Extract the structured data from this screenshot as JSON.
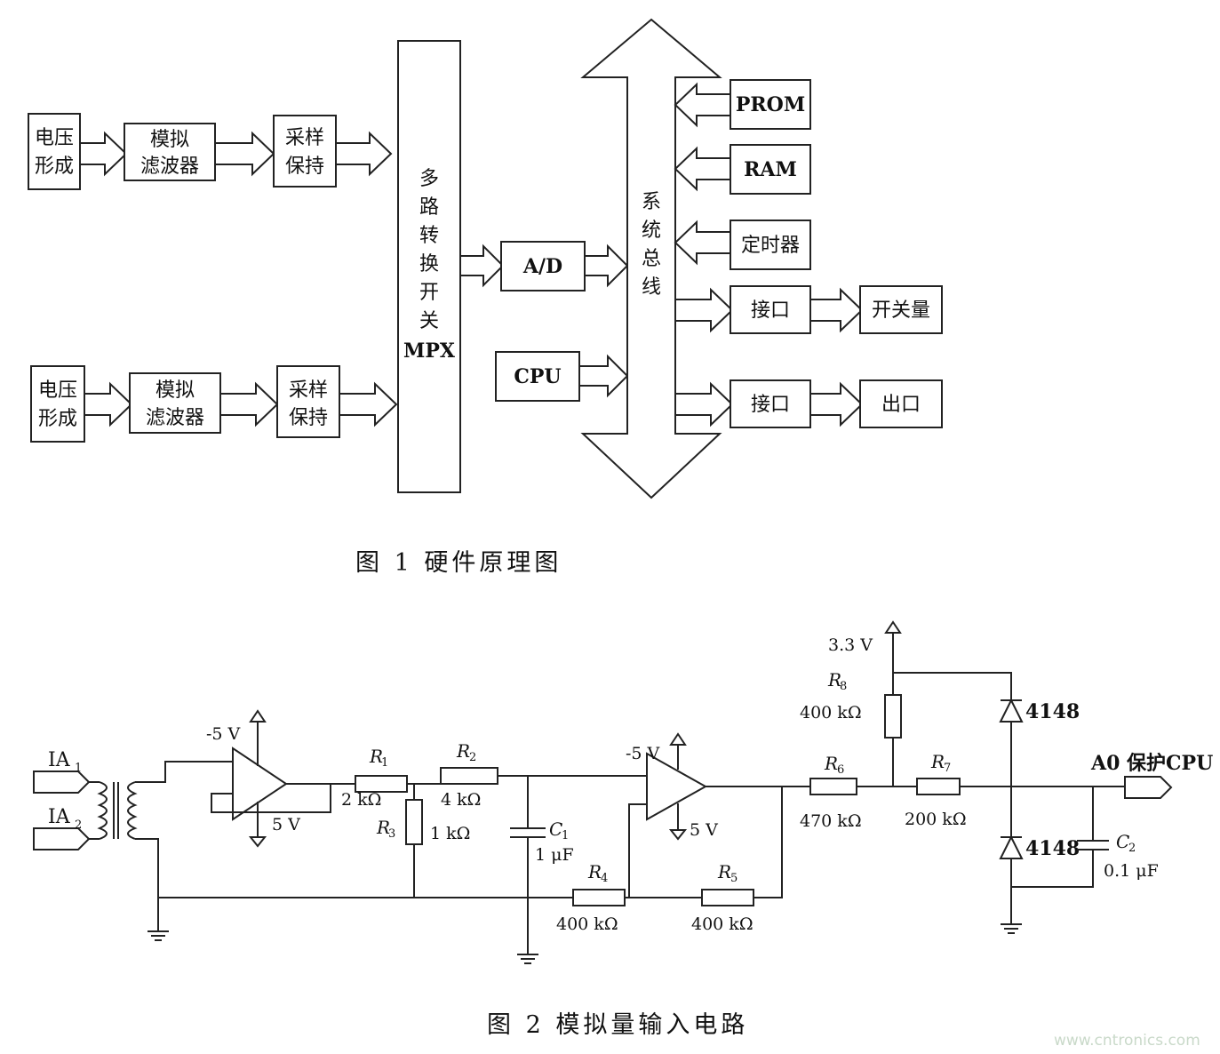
{
  "figure1": {
    "caption": "图 1   硬件原理图",
    "row1": {
      "voltage": [
        "电压",
        "形成"
      ],
      "filter": [
        "模拟",
        "滤波器"
      ],
      "sample": [
        "采样",
        "保持"
      ]
    },
    "row2": {
      "voltage": [
        "电压",
        "形成"
      ],
      "filter": [
        "模拟",
        "滤波器"
      ],
      "sample": [
        "采样",
        "保持"
      ]
    },
    "mpx_chars": [
      "多",
      "路",
      "转",
      "换",
      "开",
      "关"
    ],
    "mpx_label": "MPX",
    "ad": "A/D",
    "cpu": "CPU",
    "bus_chars": [
      "系",
      "统",
      "总",
      "线"
    ],
    "prom": "PROM",
    "ram": "RAM",
    "timer": "定时器",
    "interface1": "接口",
    "switch_qty": "开关量",
    "interface2": "接口",
    "outlet": "出口"
  },
  "figure2": {
    "caption": "图 2   模拟量输入电路",
    "ia1": "IA",
    "ia1_sub": "1",
    "ia2": "IA",
    "ia2_sub": "2",
    "op1_neg": "-5 V",
    "op1_pos": "5 V",
    "op2_neg": "-5 V",
    "op2_pos": "5 V",
    "r1": "R",
    "r1_sub": "1",
    "r1_val": "2  kΩ",
    "r2": "R",
    "r2_sub": "2",
    "r2_val": "4  kΩ",
    "r3": "R",
    "r3_sub": "3",
    "r3_val": "1  kΩ",
    "c1": "C",
    "c1_sub": "1",
    "c1_val": "1   μF",
    "r4": "R",
    "r4_sub": "4",
    "r4_val": "400  kΩ",
    "r5": "R",
    "r5_sub": "5",
    "r5_val": "400  kΩ",
    "r6": "R",
    "r6_sub": "6",
    "r6_val": "470  kΩ",
    "r7": "R",
    "r7_sub": "7",
    "r7_val": "200  kΩ",
    "r8": "R",
    "r8_sub": "8",
    "r8_val": "400  kΩ",
    "vcc": "3.3 V",
    "d1": "4148",
    "d2": "4148",
    "c2": "C",
    "c2_sub": "2",
    "c2_val": "0.1   μF",
    "output": "A0 保护CPU"
  },
  "watermark": "www.cntronics.com"
}
